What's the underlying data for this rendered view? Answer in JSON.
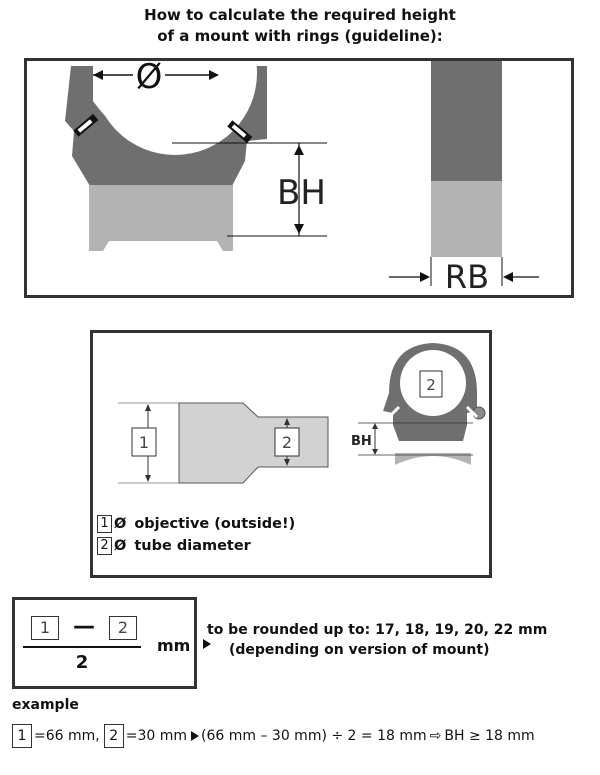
{
  "title": {
    "line1": "How to calculate the required height",
    "line2": "of a mount with rings (guideline):"
  },
  "top_diagram": {
    "diameter_symbol": "Ø",
    "bh_label": "BH",
    "rb_label": "RB"
  },
  "middle_diagram": {
    "box1": "1",
    "box2": "2",
    "ring_box": "2",
    "bh_label": "BH",
    "legend": [
      {
        "box": "1",
        "symbol": "Ø",
        "text": "objective (outside!)"
      },
      {
        "box": "2",
        "symbol": "Ø",
        "text": "tube diameter"
      }
    ]
  },
  "formula": {
    "box1": "1",
    "minus": "—",
    "box2": "2",
    "denominator": "2",
    "unit": "mm",
    "note_line1": "to be rounded up to: 17, 18, 19, 20, 22 mm",
    "note_line2": "(depending on version of mount)"
  },
  "example": {
    "heading": "example",
    "box1": "1",
    "value1": "=66 mm,",
    "box2": "2",
    "value2": "=30 mm",
    "calc": "(66 mm – 30 mm) ÷ 2 = 18 mm",
    "result": "BH ≥ 18 mm"
  },
  "colors": {
    "dark_gray": "#6f6f6f",
    "light_gray": "#b3b3b3",
    "tube_gray": "#d2d2d2",
    "border": "#333333"
  }
}
